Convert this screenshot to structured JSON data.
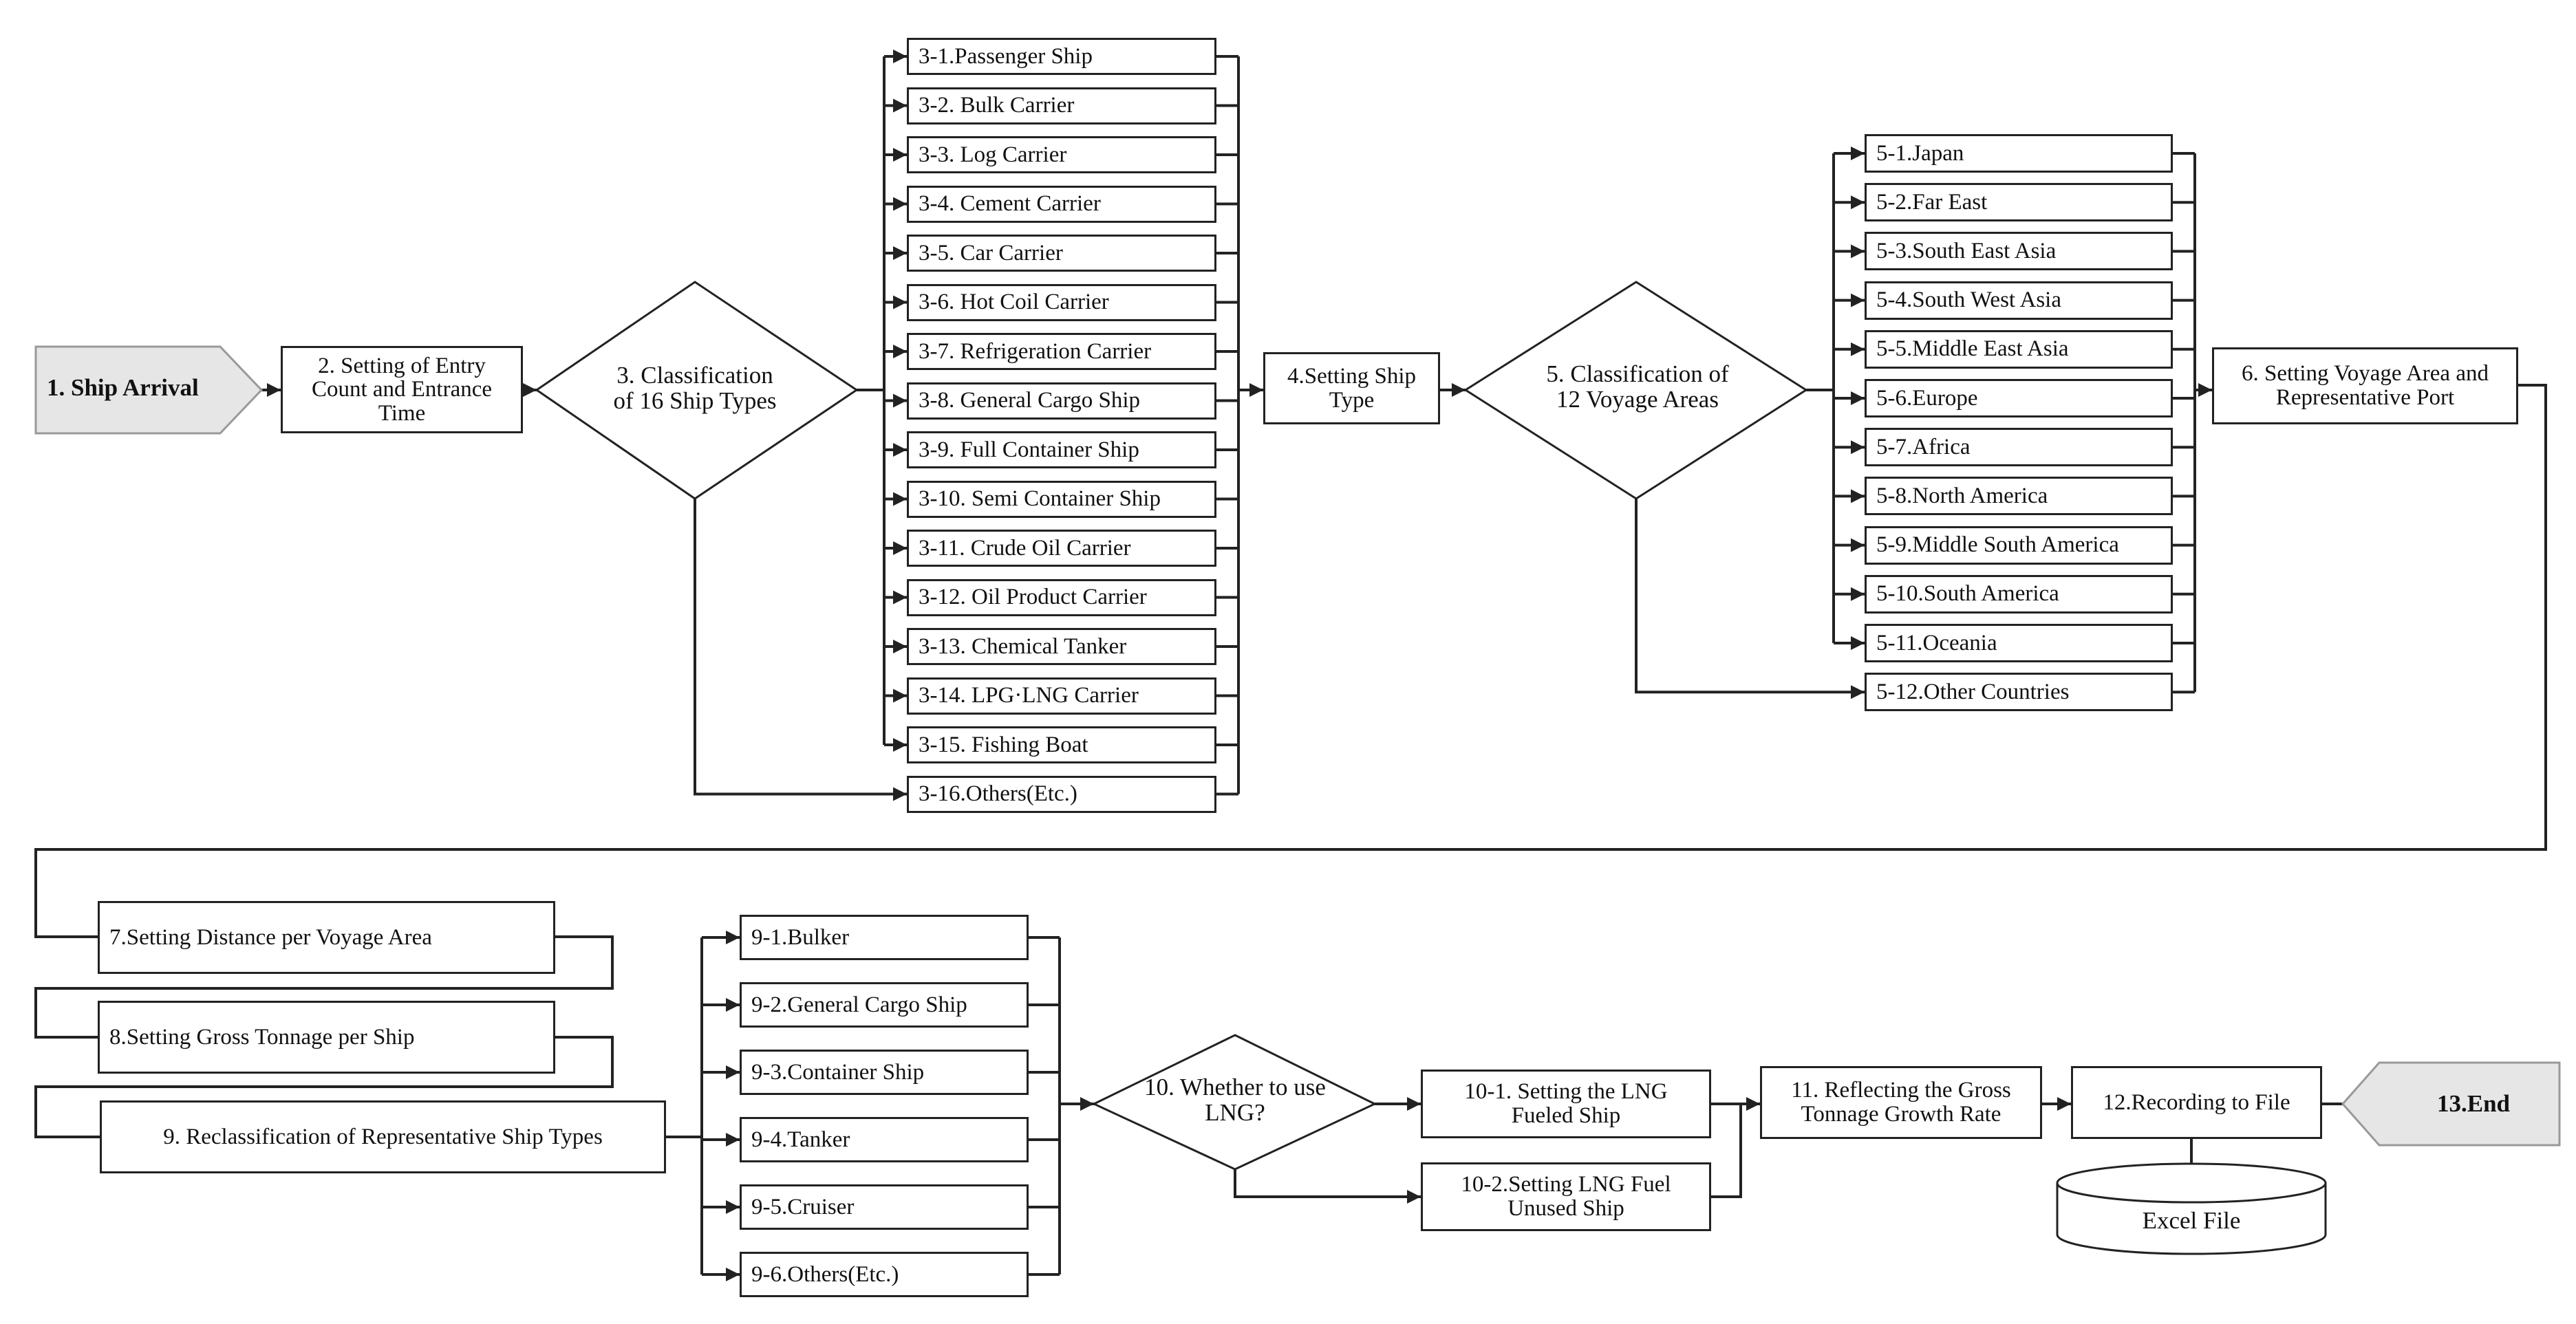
{
  "start": {
    "label": "1. Ship Arrival"
  },
  "entry": {
    "label": "2. Setting of Entry Count and Entrance Time"
  },
  "classify_types": {
    "label": "3. Classification of 16 Ship Types"
  },
  "ship_types": [
    "3-1.Passenger Ship",
    "3-2. Bulk Carrier",
    "3-3. Log Carrier",
    "3-4. Cement Carrier",
    "3-5. Car Carrier",
    "3-6. Hot Coil Carrier",
    "3-7. Refrigeration Carrier",
    "3-8. General Cargo Ship",
    "3-9. Full Container Ship",
    "3-10. Semi Container Ship",
    "3-11. Crude Oil Carrier",
    "3-12. Oil Product Carrier",
    "3-13. Chemical Tanker",
    "3-14. LPG·LNG Carrier",
    "3-15. Fishing Boat",
    "3-16.Others(Etc.)"
  ],
  "set_ship_type": {
    "label": "4.Setting Ship Type"
  },
  "classify_areas": {
    "label": "5. Classification of 12 Voyage Areas"
  },
  "voyage_areas": [
    "5-1.Japan",
    "5-2.Far East",
    "5-3.South East Asia",
    "5-4.South West Asia",
    "5-5.Middle East Asia",
    "5-6.Europe",
    "5-7.Africa",
    "5-8.North America",
    "5-9.Middle South America",
    "5-10.South America",
    "5-11.Oceania",
    "5-12.Other Countries"
  ],
  "voyage_port": {
    "label": "6. Setting Voyage Area and Representative Port"
  },
  "distance": {
    "label": "7.Setting Distance per Voyage  Area"
  },
  "tonnage": {
    "label": "8.Setting Gross Tonnage per  Ship"
  },
  "reclass": {
    "label": "9. Reclassification of Representative Ship Types"
  },
  "rep_types": [
    "9-1.Bulker",
    "9-2.General Cargo Ship",
    "9-3.Container Ship",
    "9-4.Tanker",
    "9-5.Cruiser",
    "9-6.Others(Etc.)"
  ],
  "lng_decision": {
    "label": "10. Whether to use LNG?"
  },
  "lng_yes": {
    "label": "10-1. Setting the LNG Fueled Ship"
  },
  "lng_no": {
    "label": "10-2.Setting LNG Fuel Unused Ship"
  },
  "growth": {
    "label": "11. Reflecting the Gross Tonnage Growth Rate"
  },
  "record": {
    "label": "12.Recording to File"
  },
  "end": {
    "label": "13.End"
  },
  "excel": {
    "label": "Excel File"
  },
  "colors": {
    "line": "#222222",
    "terminal_fill": "#e6e6e6",
    "box_fill": "#ffffff"
  }
}
